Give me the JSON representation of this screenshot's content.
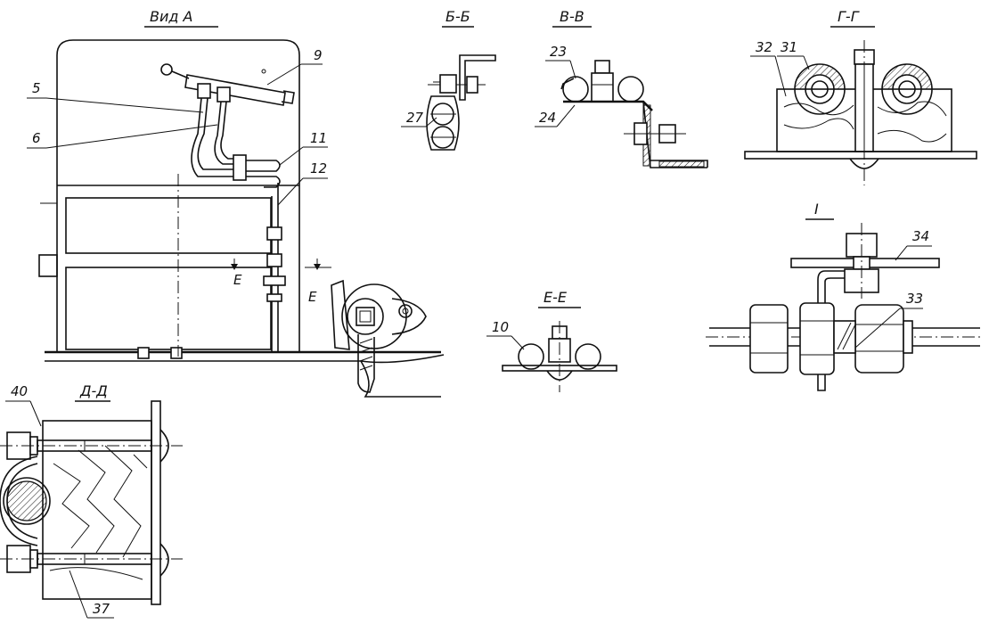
{
  "titles": {
    "view_a": "Вид А",
    "section_b": "Б-Б",
    "section_v": "В-В",
    "section_g": "Г-Г",
    "section_e": "Е-Е",
    "detail_i": "I",
    "section_d": "Д-Д"
  },
  "labels": {
    "n5": "5",
    "n6": "6",
    "n9": "9",
    "n11": "11",
    "n12": "12",
    "e_left": "Е",
    "e_right": "Е",
    "n27": "27",
    "n23": "23",
    "n24": "24",
    "n32": "32",
    "n31": "31",
    "n10": "10",
    "n34": "34",
    "n33": "33",
    "n40": "40",
    "n37": "37"
  }
}
